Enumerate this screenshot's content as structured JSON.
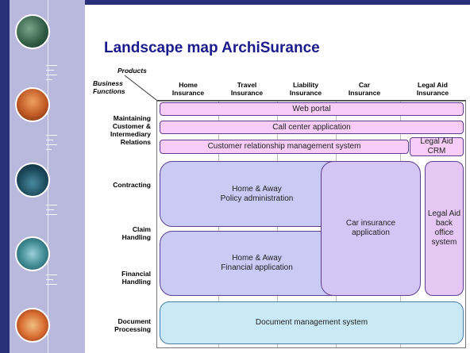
{
  "title": "Landscape map ArchiSurance",
  "axis_labels": {
    "products": "Products",
    "business_functions": "Business\nFunctions"
  },
  "products": [
    "Home\nInsurance",
    "Travel\nInsurance",
    "Liability\nInsurance",
    "Car\nInsurance",
    "Legal Aid\nInsurance"
  ],
  "business_functions": [
    "Maintaining\nCustomer &\nIntermediary\nRelations",
    "Contracting",
    "Claim\nHandling",
    "Financial\nHandling",
    "Document\nProcessing"
  ],
  "applications": {
    "web_portal": "Web portal",
    "call_center": "Call center application",
    "crm": "Customer relationship management system",
    "legal_aid_crm": "Legal Aid\nCRM",
    "policy_admin": "Home & Away\nPolicy administration",
    "financial_app": "Home & Away\nFinancial application",
    "car_insurance_app": "Car insurance\napplication",
    "legal_aid_backoffice": "Legal Aid\nback\noffice\nsystem",
    "document_mgmt": "Document management system"
  },
  "colors": {
    "title": "#1a1a8c",
    "sidebar": "#b9b9dd",
    "sidebar_edge": "#2a2f7a",
    "portal_pink": "#f7cdf7",
    "policy_blue": "#c9cbf5",
    "car_purple": "#d4c6f4",
    "legal_lavender": "#e6c7f4",
    "doc_cyan": "#c9e9f6"
  }
}
